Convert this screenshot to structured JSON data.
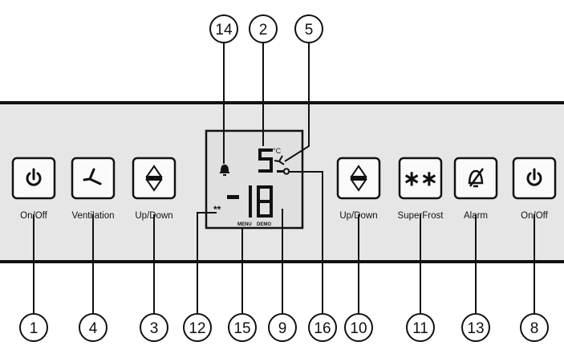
{
  "buttons": [
    {
      "id": "on-off-left",
      "label": "On/Off",
      "icon": "power-icon"
    },
    {
      "id": "ventilation",
      "label": "Ventilation",
      "icon": "fan-icon"
    },
    {
      "id": "up-down-left",
      "label": "Up/Down",
      "icon": "up-down-arrows-icon"
    },
    {
      "id": "up-down-right",
      "label": "Up/Down",
      "icon": "up-down-arrows-icon"
    },
    {
      "id": "superfrost",
      "label": "SuperFrost",
      "icon": "superfrost-stars-icon"
    },
    {
      "id": "alarm",
      "label": "Alarm",
      "icon": "alarm-mute-icon"
    },
    {
      "id": "on-off-right",
      "label": "On/Off",
      "icon": "power-icon"
    }
  ],
  "display": {
    "fridge_temp": "5",
    "unit": "°C",
    "freezer_temp": "18",
    "freezer_sign": "−",
    "menu_label": "MENU",
    "demo_label": "DEMO",
    "icons": [
      "bell-icon",
      "fan-icon",
      "key-icon",
      "superfrost-stars-icon"
    ]
  },
  "callouts_top": [
    "14",
    "2",
    "5"
  ],
  "callouts_bottom": [
    "1",
    "4",
    "3",
    "12",
    "15",
    "9",
    "16",
    "10",
    "11",
    "13",
    "8"
  ]
}
